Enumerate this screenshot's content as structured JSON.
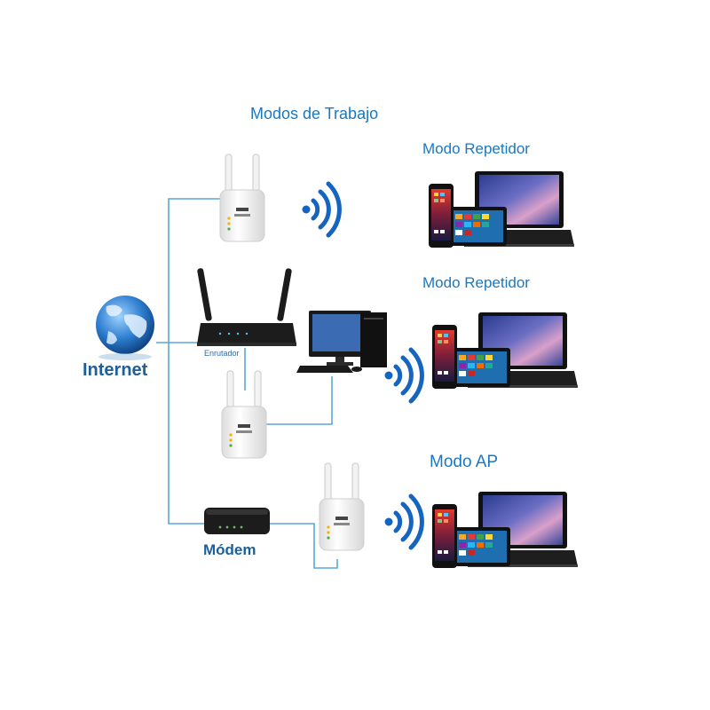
{
  "diagram": {
    "title": "Modos de Trabajo",
    "source_label": "Internet",
    "router_label": "Enrutador",
    "modem_label": "Módem",
    "modes": [
      {
        "label": "Modo Repetidor"
      },
      {
        "label": "Modo Repetidor"
      },
      {
        "label": "Modo AP"
      }
    ]
  },
  "colors": {
    "label_blue": "#1a78c2",
    "line_blue": "#5aa8d8",
    "wifi_blue": "#1565c0",
    "device_dark": "#1c1c1c"
  },
  "icons": [
    "globe-icon",
    "wifi-extender-icon",
    "router-icon",
    "modem-icon",
    "desktop-pc-icon",
    "wifi-signal-icon",
    "laptop-icon",
    "tablet-icon",
    "smartphone-icon"
  ]
}
